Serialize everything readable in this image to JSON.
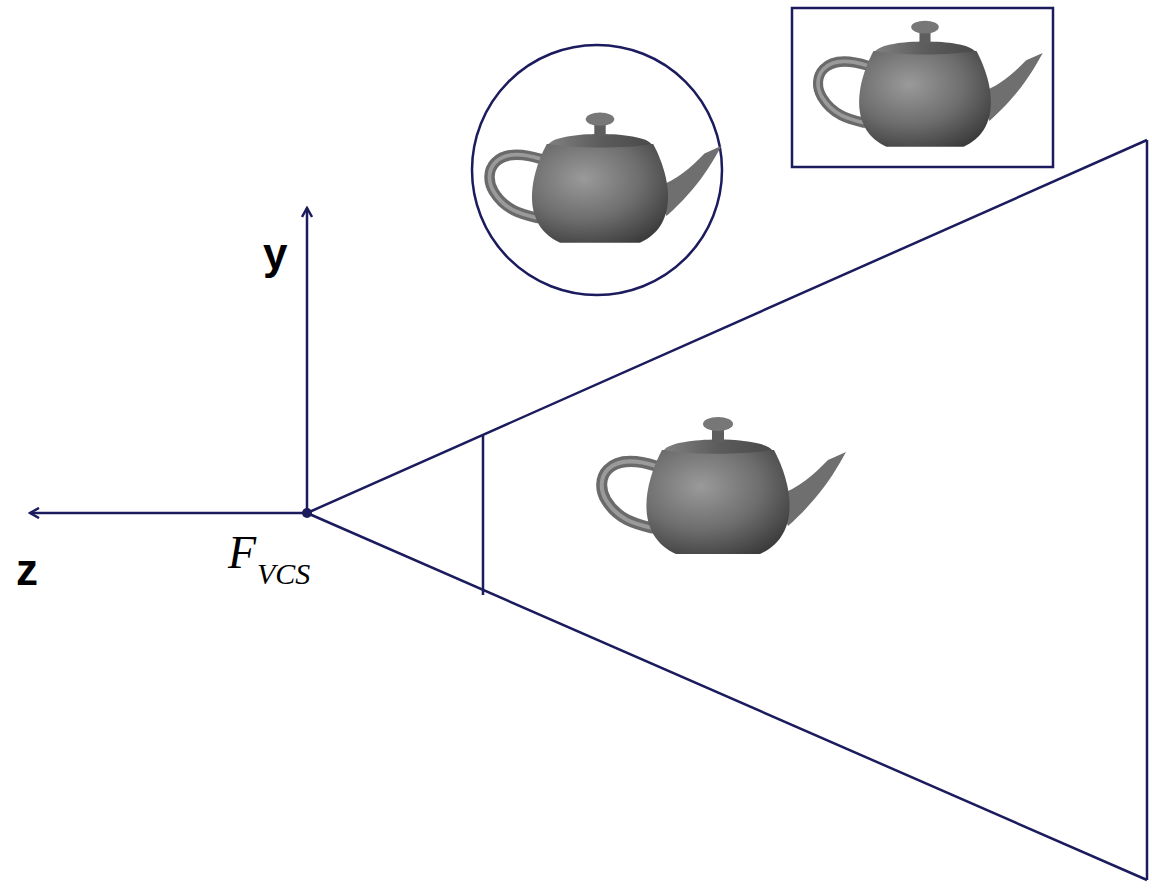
{
  "diagram": {
    "labels": [
      "y",
      "z",
      "F",
      "VCS"
    ]
  }
}
